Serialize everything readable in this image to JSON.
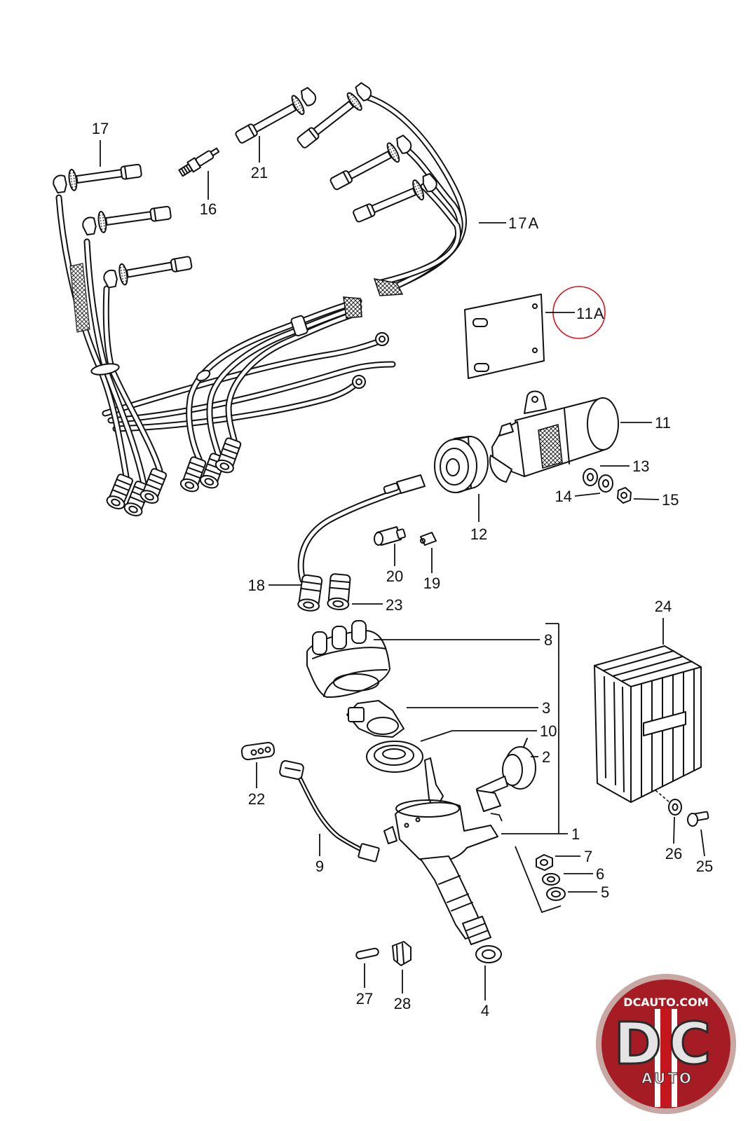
{
  "callouts": {
    "p17": "17",
    "p21": "21",
    "p16": "16",
    "p17a": "17A",
    "p11a": "11A",
    "p11": "11",
    "p13": "13",
    "p14": "14",
    "p15": "15",
    "p12": "12",
    "p20": "20",
    "p19": "19",
    "p18": "18",
    "p23": "23",
    "p24": "24",
    "p8": "8",
    "p3": "3",
    "p10": "10",
    "p2": "2",
    "p22": "22",
    "p1": "1",
    "p7": "7",
    "p6": "6",
    "p5": "5",
    "p9": "9",
    "p26": "26",
    "p25": "25",
    "p27": "27",
    "p28": "28",
    "p4": "4"
  },
  "highlight_color": "#d9141b",
  "logo": {
    "site": "DCAUTO.COM",
    "letters": "DC",
    "word": "AUTO",
    "colors": {
      "outer": "#c7a8a3",
      "field": "#a61c24",
      "stripe": "#c4161c",
      "letters": "#e4e4e4",
      "outline": "#2a2a2a"
    }
  }
}
